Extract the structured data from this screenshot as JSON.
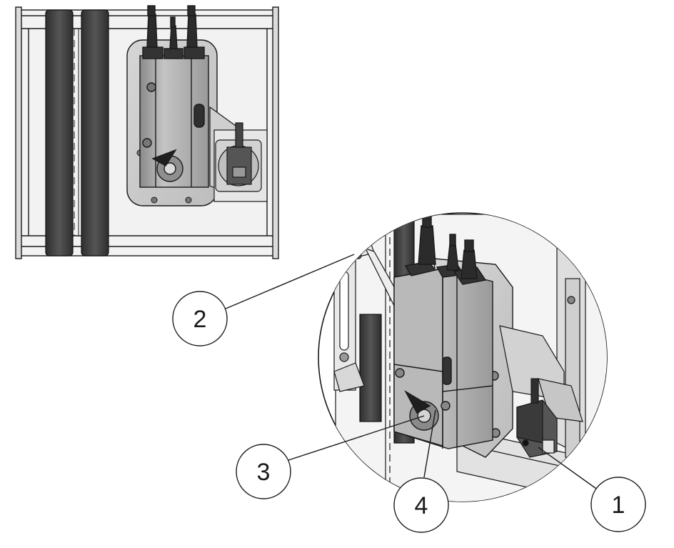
{
  "callouts": [
    {
      "id": "1",
      "label": "1"
    },
    {
      "id": "2",
      "label": "2"
    },
    {
      "id": "3",
      "label": "3"
    },
    {
      "id": "4",
      "label": "4"
    }
  ],
  "colors": {
    "line": "#1a1a1a",
    "metal_light": "#e4e4e4",
    "metal_mid": "#b8b8b8",
    "metal_dark": "#6a6a6a",
    "gasket": "#3c3c3c",
    "actuator": "#a9a9a9",
    "background": "#ffffff"
  }
}
